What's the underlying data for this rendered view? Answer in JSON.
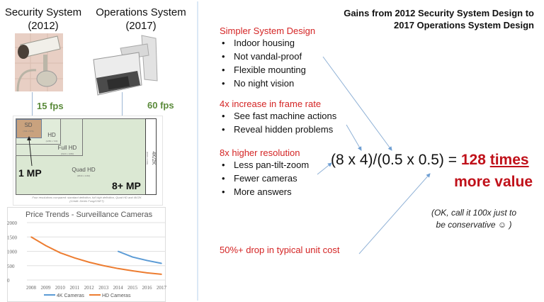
{
  "left": {
    "security": {
      "title_line1": "Security System",
      "title_line2": "(2012)",
      "fps": "15 fps",
      "image": "indoor-dome-security-camera"
    },
    "operations": {
      "title_line1": "Operations System",
      "title_line2": "(2017)",
      "fps": "60 fps",
      "image": "bullet-operations-camera"
    },
    "resolution_diagram": {
      "labels": {
        "sd": "SD",
        "hd": "HD",
        "full_hd": "Full HD",
        "quad_hd": "Quad HD",
        "k4": "4K/2K"
      },
      "sublabels": {
        "sd": "(704 x 576)",
        "hd": "(1280 x 720)",
        "full_hd": "(1920 x 1080)",
        "quad_hd": "(3840 x 2160)",
        "k4": "(4096 x 2160)"
      },
      "one_mp": "1 MP",
      "eight_mp": "8+ MP",
      "caption_line1": "Four resolutions compared: standard definition, full high definition, Quad HD and 4K/2K",
      "caption_line2": "(Credit: Derek Fung/CNET)"
    }
  },
  "chart_data": {
    "type": "line",
    "title": "Price Trends - Surveillance Cameras",
    "x": [
      "2008",
      "2009",
      "2010",
      "2011",
      "2012",
      "2013",
      "2014",
      "2015",
      "2016",
      "2017"
    ],
    "ylim": [
      0,
      2000
    ],
    "yticks": [
      "0",
      "500",
      "1000",
      "1500",
      "2000"
    ],
    "grid": true,
    "legend_position": "bottom",
    "series": [
      {
        "name": "4K Cameras",
        "color": "#5b9bd5",
        "values": [
          null,
          null,
          null,
          null,
          null,
          null,
          1000,
          800,
          680,
          580
        ]
      },
      {
        "name": "HD Cameras",
        "color": "#ed7d31",
        "values": [
          1500,
          1200,
          950,
          770,
          620,
          500,
          400,
          320,
          250,
          200
        ]
      }
    ]
  },
  "right": {
    "headline_line1": "Gains from 2012 Security System Design to",
    "headline_line2": "2017 Operations System Design",
    "sections": [
      {
        "title": "Simpler System Design",
        "items": [
          "Indoor housing",
          "Not vandal-proof",
          "Flexible mounting",
          "No night vision"
        ]
      },
      {
        "title": "4x increase in frame rate",
        "items": [
          "See fast machine actions",
          "Reveal hidden problems"
        ]
      },
      {
        "title": "8x higher resolution",
        "items": [
          "Less pan-tilt-zoom",
          "Fewer cameras",
          "More answers"
        ]
      }
    ],
    "formula": "(8 x 4)/(0.5 x 0.5) =",
    "result_number": "128",
    "result_times": "times",
    "result_line2": "more value",
    "note_line1": "(OK, call it 100x just to",
    "note_line2": "be conservative ☺ )",
    "cost_drop": "50%+ drop in typical unit cost"
  },
  "colors": {
    "accent_red": "#d42424",
    "result_red": "#c0111a",
    "fps_green": "#5a8a3a",
    "arrow_blue": "#8fb1d6"
  }
}
